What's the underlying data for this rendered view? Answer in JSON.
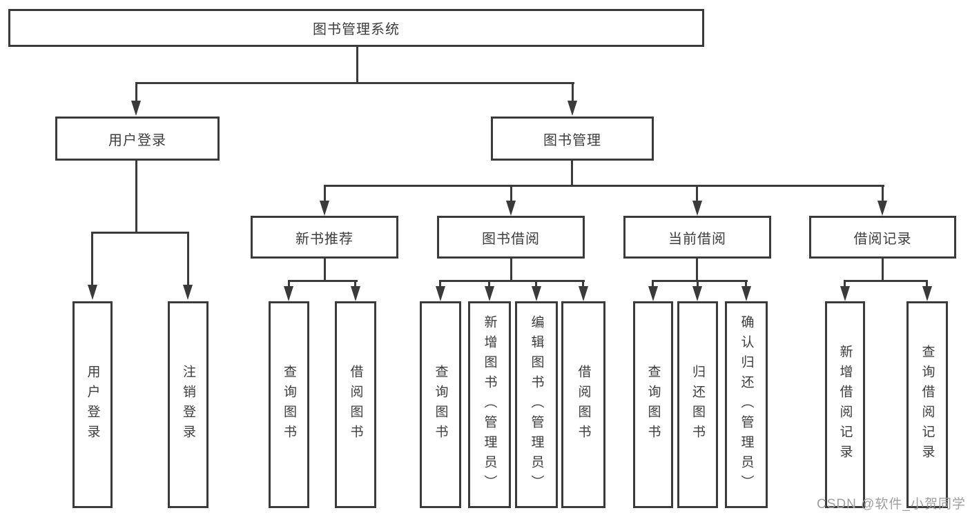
{
  "diagram": {
    "title": "图书管理系统",
    "level2": {
      "user_login": "用户登录",
      "book_mgmt": "图书管理"
    },
    "level3": {
      "new_book": "新书推荐",
      "book_borrow": "图书借阅",
      "current_borrow": "当前借阅",
      "borrow_record": "借阅记录"
    },
    "leaves": {
      "user_login": [
        "用户登录",
        "注销登录"
      ],
      "new_book": [
        "查询图书",
        "借阅图书"
      ],
      "book_borrow": [
        "查询图书",
        "新增图书（管理员）",
        "编辑图书（管理员）",
        "借阅图书"
      ],
      "current_borrow": [
        "查询图书",
        "归还图书",
        "确认归还（管理员）"
      ],
      "borrow_record": [
        "新增借阅记录",
        "查询借阅记录"
      ]
    },
    "colors": {
      "line": "#3a3a3a",
      "text": "#3d3d3d",
      "watermark": "#9e9e9e"
    },
    "watermark": "CSDN @软件_小贺同学"
  }
}
